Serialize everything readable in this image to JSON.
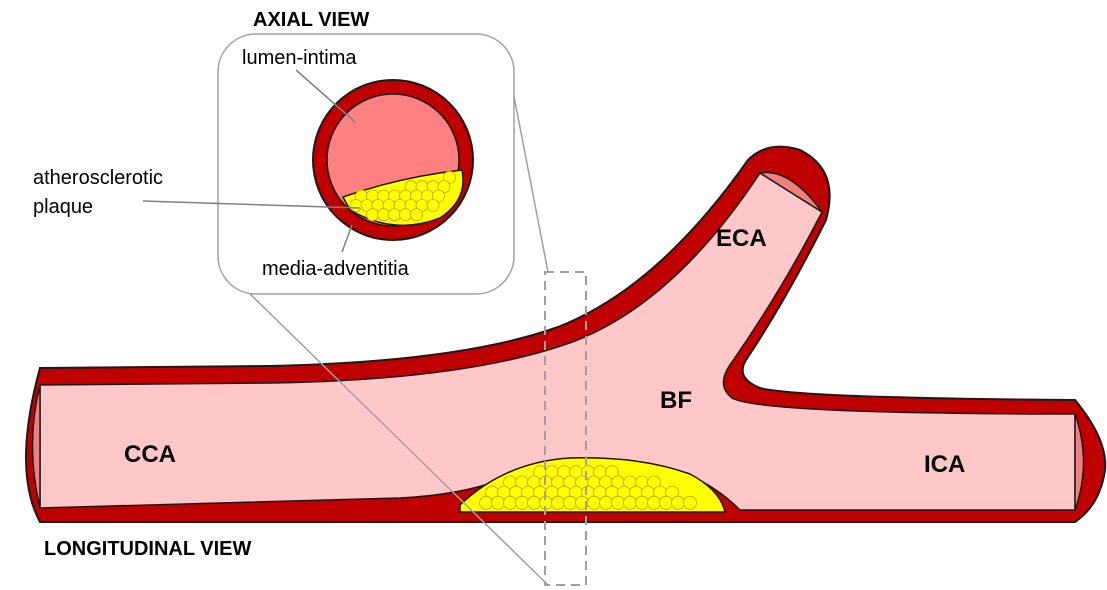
{
  "titles": {
    "axial": "AXIAL VIEW",
    "longitudinal": "LONGITUDINAL VIEW"
  },
  "axial_labels": {
    "lumen": "lumen-intima",
    "plaque_line1": "atherosclerotic",
    "plaque_line2": "plaque",
    "media": "media-adventitia"
  },
  "vessel_labels": {
    "cca": "CCA",
    "eca": "ECA",
    "bf": "BF",
    "ica": "ICA"
  },
  "colors": {
    "wall": "#c00000",
    "wall_outline": "#1a1a1a",
    "lumen_long": "#ffc7c7",
    "lumen_axial": "#ff8080",
    "vessel_end": "#f08080",
    "plaque": "#ffff00",
    "plaque_outline": "#c8a000",
    "inset_border": "#a0a0a0",
    "dashed_box": "#a0a0a0"
  }
}
